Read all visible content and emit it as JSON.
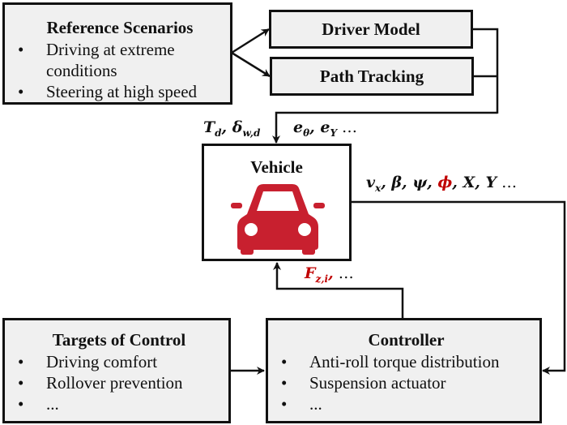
{
  "colors": {
    "accent_red": "#c00000",
    "car_red": "#c8202f",
    "box_fill": "#f0f0f0",
    "line": "#111111"
  },
  "reference": {
    "title": "Reference Scenarios",
    "items": [
      {
        "bullet": "•",
        "text": "Driving at extreme conditions"
      },
      {
        "bullet": "•",
        "text": "Steering at high speed"
      }
    ]
  },
  "driver_model": {
    "title": "Driver Model"
  },
  "path_tracking": {
    "title": "Path Tracking"
  },
  "vehicle": {
    "title": "Vehicle",
    "icon": "car-icon"
  },
  "signals": {
    "driver_in": {
      "T": "T",
      "T_sub": "d",
      "sep": ", ",
      "delta": "δ",
      "delta_sub": "w,d"
    },
    "tracking_err": {
      "e1": "e",
      "e1_sub": "θ",
      "sep": ", ",
      "e2": "e",
      "e2_sub": "Y",
      "ellipsis": " …"
    },
    "states": {
      "p1": "v",
      "p1_sub": "x",
      "p2": ", β, ψ, ",
      "phi": "ϕ",
      "p3": ", X, Y",
      "ellipsis": " …"
    },
    "forces": {
      "F": "F",
      "F_sub": "z,i",
      "sep": ",",
      "ellipsis": " …"
    }
  },
  "targets": {
    "title": "Targets of Control",
    "items": [
      {
        "bullet": "•",
        "text": "Driving comfort"
      },
      {
        "bullet": "•",
        "text": "Rollover prevention"
      },
      {
        "bullet": "•",
        "text": "..."
      }
    ]
  },
  "controller": {
    "title": "Controller",
    "items": [
      {
        "bullet": "•",
        "text": "Anti-roll torque distribution"
      },
      {
        "bullet": "•",
        "text": "Suspension actuator"
      },
      {
        "bullet": "•",
        "text": "..."
      }
    ]
  }
}
